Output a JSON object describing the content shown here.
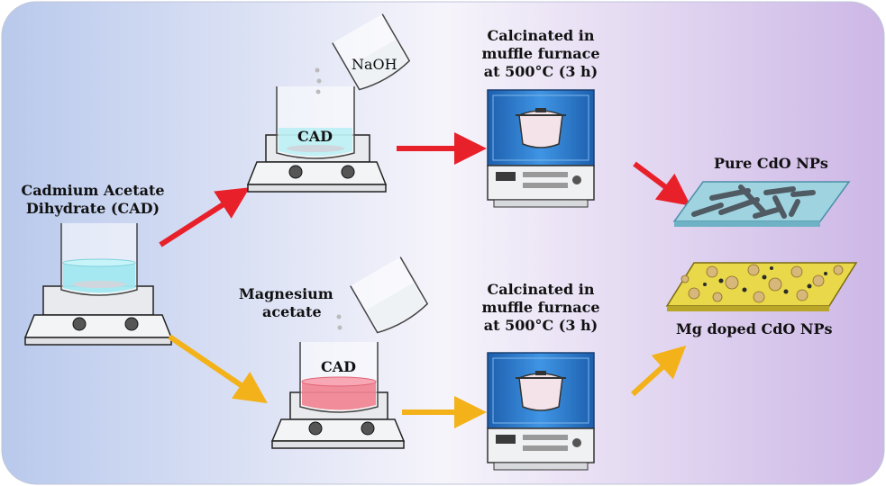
{
  "start": {
    "label_line1": "Cadmium Acetate",
    "label_line2": "Dihydrate (CAD)"
  },
  "top_route": {
    "beaker_label": "CAD",
    "reagent": "NaOH",
    "furnace_line1": "Calcinated in",
    "furnace_line2": "muffle furnace",
    "furnace_line3": "at 500°C (3 h)",
    "product": "Pure CdO NPs",
    "arrow_color": "#e8202a"
  },
  "bottom_route": {
    "beaker_label": "CAD",
    "reagent_line1": "Magnesium",
    "reagent_line2": "acetate",
    "furnace_line1": "Calcinated in",
    "furnace_line2": "muffle furnace",
    "furnace_line3": "at 500°C (3 h)",
    "product": "Mg doped CdO NPs",
    "arrow_color": "#f3b21a"
  },
  "colors": {
    "furnace_blue": "#2f7fd0",
    "solution_blue": "#9fe8f0",
    "solution_pink": "#f07a8a",
    "plate_teal": "#9fd3e0",
    "particle_yellow": "#e8d84a"
  }
}
